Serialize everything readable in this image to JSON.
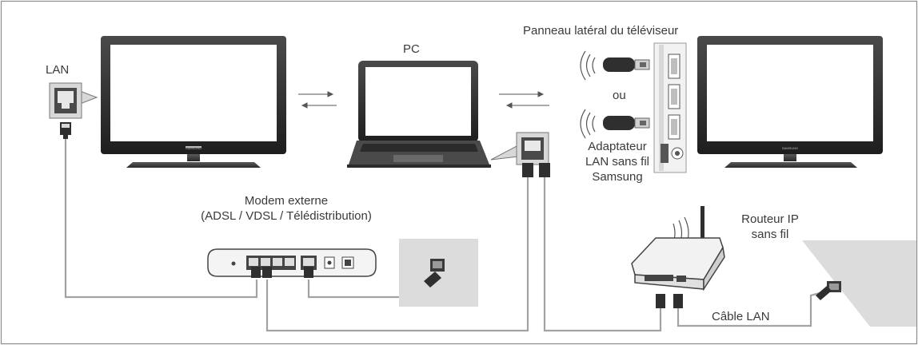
{
  "labels": {
    "lan": "LAN",
    "pc": "PC",
    "tv_side_panel": "Panneau latéral du téléviseur",
    "or": "ou",
    "adapter_line1": "Adaptateur",
    "adapter_line2": "LAN sans fil",
    "adapter_line3": "Samsung",
    "modem_line1": "Modem externe",
    "modem_line2": "(ADSL / VDSL / Télédistribution)",
    "router_line1": "Routeur IP",
    "router_line2": "sans fil",
    "lan_cable": "Câble LAN"
  },
  "brand": {
    "tv_logo": "SAMSUNG"
  },
  "colors": {
    "frame": "#8c8c8c",
    "cable": "#a3a3a3",
    "device_dark": "#3a3a3a",
    "screen": "#ffffff",
    "device_light": "#f2f2f2",
    "wall": "#dcdcdc"
  }
}
